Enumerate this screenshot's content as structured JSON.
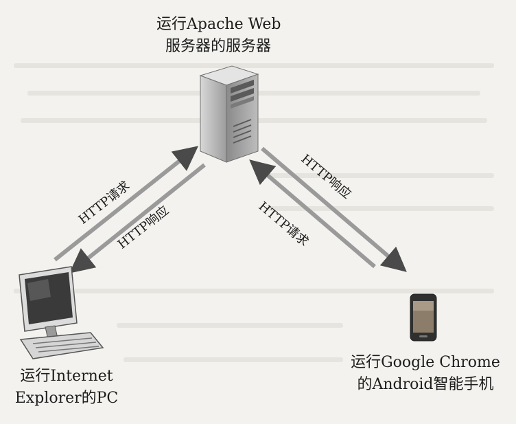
{
  "server": {
    "label_line1": "运行Apache Web",
    "label_line2": "服务器的服务器"
  },
  "pc": {
    "label_line1": "运行Internet",
    "label_line2": "Explorer的PC"
  },
  "phone": {
    "label_line1": "运行Google Chrome",
    "label_line2": "的Android智能手机"
  },
  "arrows": {
    "pc_request": "HTTP请求",
    "pc_response": "HTTP响应",
    "phone_response": "HTTP响应",
    "phone_request": "HTTP请求"
  },
  "colors": {
    "arrow": "#9a9a9a",
    "arrow_head": "#4a4a4a",
    "device": "#6e6e6e"
  }
}
